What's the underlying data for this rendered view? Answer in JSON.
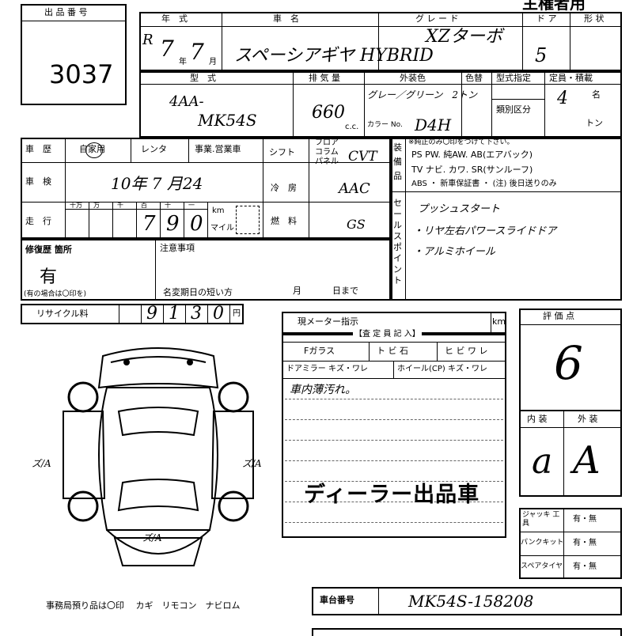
{
  "header": {
    "lot_label": "出 品 番 号",
    "lot_number": "3037",
    "top_right": "主権者用",
    "col_year": "年　式",
    "col_model": "車　名",
    "col_grade": "グ レ ー ド",
    "col_door": "ド ア",
    "col_body": "形 状",
    "year_era": "R",
    "year_value": "7",
    "month_value": "7",
    "year_unit": "年",
    "month_unit": "月",
    "model_name": "スペーシアギヤ HYBRID",
    "grade": "XZターボ",
    "doors": "5"
  },
  "row2": {
    "type_label": "型　式",
    "type_value_1": "4AA-",
    "type_value_2": "MK54S",
    "cc_label": "排 気 量",
    "cc_value": "660",
    "cc_unit": "c.c.",
    "color_label": "外装色",
    "color_no_label": "色替",
    "color_value": "グレー／グリーン　2トン",
    "color_code_label": "カラー No.",
    "color_code": "D4H",
    "spec_label": "型式指定",
    "class_label": "類別区分",
    "cap_label": "定員・積載",
    "cap_value": "4",
    "cap_unit": "名",
    "load_unit": "トン"
  },
  "history": {
    "label": "車　歴",
    "opt_private": "自家用",
    "opt_rental": "レンタ",
    "opt_business": "事業.営業車",
    "shift_label": "シフト",
    "shift_floor": "フロア",
    "shift_column": "コラム",
    "shift_panel": "パネル",
    "shift_value": "CVT",
    "inspection_label": "車　検",
    "inspection_value": "10年 7 月24",
    "ac_label": "冷　房",
    "ac_value": "AAC",
    "mileage_label": "走　行",
    "mileage_units": [
      "十万",
      "万",
      "千",
      "百",
      "十",
      "一"
    ],
    "mileage_digits": [
      "",
      "",
      "",
      "7",
      "9",
      "0"
    ],
    "km_label": "km",
    "mile_label": "マイル",
    "fuel_label": "燃　料",
    "fuel_value": "GS"
  },
  "equipment": {
    "label": "装 備 品",
    "note": "※純正のみ〇印をつけて下さい。",
    "line1": "PS  PW. 純AW. AB(エアバック)",
    "line2": "TV  ナビ. カワ. SR(サンルーフ)",
    "line3": "ABS ・ 新車保証書 ・ (注) 後日送りのみ"
  },
  "sales_points": {
    "label": "セールスポイント",
    "items": [
      "プッシュスタート",
      "・リヤ左右パワースライドドア",
      "・アルミホイール"
    ]
  },
  "repair": {
    "label": "修復歴 箇所",
    "value": "有",
    "note": "(有の場合は〇印を)",
    "notes_label": "注意事項",
    "name_change": "名変期日の短い方",
    "month": "月",
    "day": "日まで"
  },
  "recycle": {
    "label": "リサイクル料",
    "digits": [
      "9",
      "1",
      "3",
      "0"
    ],
    "unit": "円"
  },
  "meter": {
    "label": "現メーター指示",
    "unit": "km",
    "inspector": "【査 定 員 記 入】",
    "glass": "Fガラス",
    "chip": "ト ビ 石",
    "crack": "ヒ ビ ワ レ",
    "mirror": "ドアミラー キズ・ワレ",
    "wheel": "ホイール(CP) キズ・ワレ",
    "remark": "車内薄汚れ。",
    "stamp": "ディーラー出品車"
  },
  "score": {
    "label": "評 価 点",
    "value": "6",
    "interior_label": "内 装",
    "exterior_label": "外 装",
    "interior": "a",
    "exterior": "A"
  },
  "tools": {
    "jack_label": "ジャッキ 工 具",
    "puncture_label": "パンクキット",
    "spare_label": "スペアタイヤ",
    "option": "有・無"
  },
  "diagram": {
    "left_mark": "ズ/A",
    "right_mark": "ズ/A",
    "rear_mark": "ズ/A"
  },
  "footer": {
    "office_items": "事務局預り品は〇印　 カギ　リモコン　ナビロム",
    "chassis_label": "車台番号",
    "chassis_value": "MK54S-158208"
  }
}
